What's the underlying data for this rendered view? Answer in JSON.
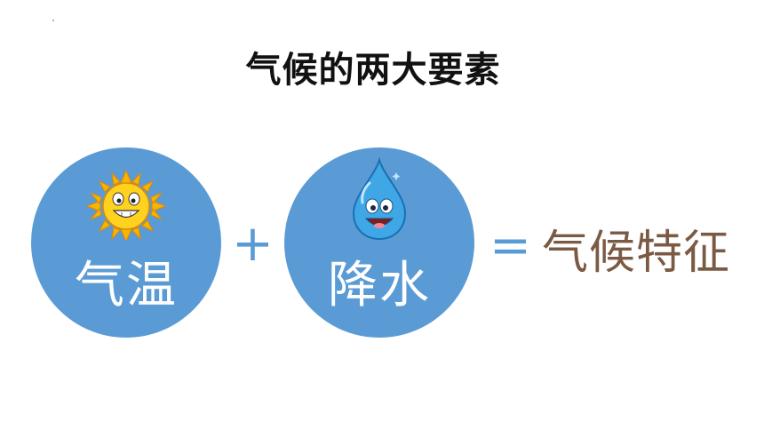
{
  "slide": {
    "title": "气候的两大要素",
    "circles": [
      {
        "label": "气温",
        "icon": "sun-icon"
      },
      {
        "label": "降水",
        "icon": "water-drop-icon"
      }
    ],
    "plus_sign": "+",
    "equals_sign": "=",
    "result": "气候特征"
  },
  "colors": {
    "circle": "#5b9bd5",
    "operator": "#5b9bd5",
    "result_text": "#7b5a44",
    "title_text": "#111111"
  }
}
